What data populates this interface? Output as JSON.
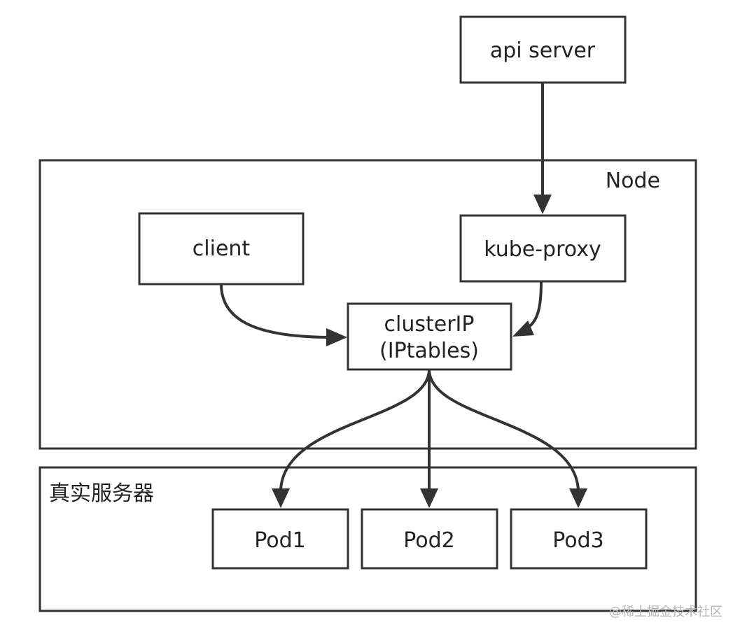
{
  "containers": {
    "node": {
      "label": "Node"
    },
    "real_servers": {
      "label": "真实服务器"
    }
  },
  "nodes": {
    "api_server": {
      "label": "api server"
    },
    "client": {
      "label": "client"
    },
    "kube_proxy": {
      "label": "kube-proxy"
    },
    "cluster_ip": {
      "line1": "clusterIP",
      "line2": "(IPtables)"
    },
    "pod1": {
      "label": "Pod1"
    },
    "pod2": {
      "label": "Pod2"
    },
    "pod3": {
      "label": "Pod3"
    }
  },
  "edges": [
    {
      "from": "api server",
      "to": "kube-proxy"
    },
    {
      "from": "client",
      "to": "clusterIP"
    },
    {
      "from": "kube-proxy",
      "to": "clusterIP"
    },
    {
      "from": "clusterIP",
      "to": "Pod1"
    },
    {
      "from": "clusterIP",
      "to": "Pod2"
    },
    {
      "from": "clusterIP",
      "to": "Pod3"
    }
  ],
  "colors": {
    "stroke": "#333333",
    "text": "#222222",
    "background": "#ffffff",
    "watermark": "#b5b5b5"
  },
  "watermark": "@稀土掘金技术社区"
}
